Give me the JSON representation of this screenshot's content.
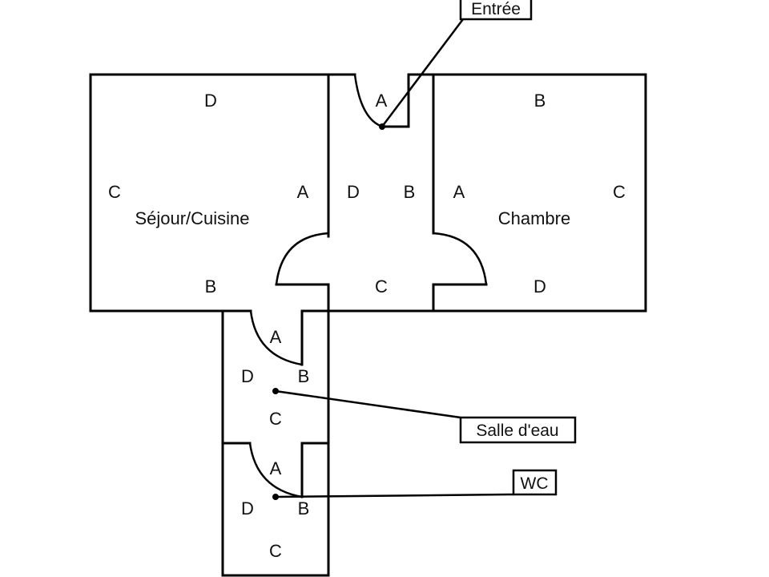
{
  "rooms": {
    "sejour": {
      "name": "Séjour/Cuisine",
      "walls": [
        "D",
        "C",
        "A",
        "B"
      ]
    },
    "entree_hall": {
      "walls": [
        "A",
        "D",
        "B",
        "C"
      ]
    },
    "chambre": {
      "name": "Chambre",
      "walls": [
        "B",
        "A",
        "C",
        "D"
      ]
    },
    "salle_eau": {
      "walls": [
        "A",
        "D",
        "B",
        "C"
      ]
    },
    "wc": {
      "walls": [
        "A",
        "D",
        "B",
        "C"
      ]
    }
  },
  "callouts": {
    "entree": "Entrée",
    "salle_eau": "Salle d'eau",
    "wc": "WC"
  }
}
